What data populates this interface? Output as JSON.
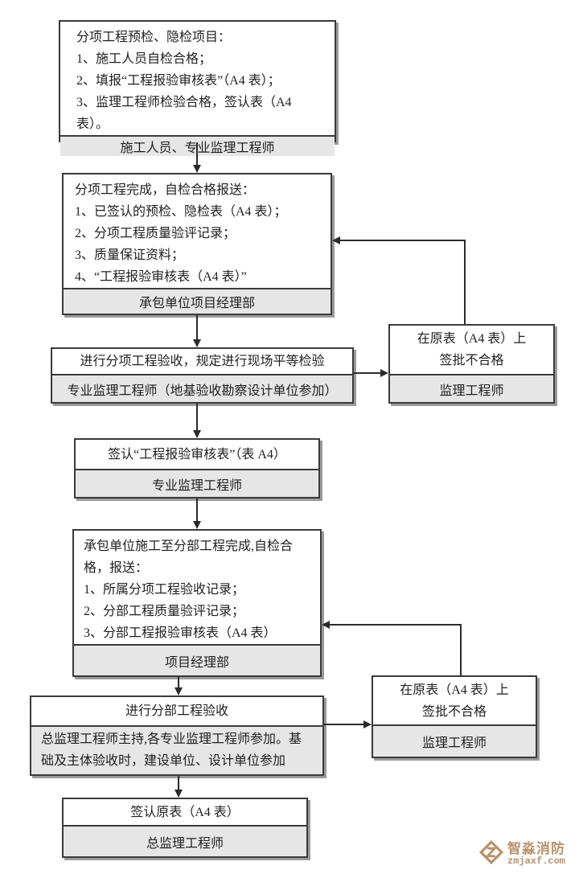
{
  "colors": {
    "border": "#3a3a3a",
    "footer_gray": "#e6e6e6",
    "line": "#2b2b2b",
    "watermark_tan": "#b8916c",
    "shadow": "#9b9b9b"
  },
  "boxes": {
    "step1": {
      "lines": [
        "分项工程预检、隐检项目：",
        "1、施工人员自检合格；",
        "2、填报“工程报验审核表”（A4 表）；",
        "3、监理工程师检验合格，签认表（A4 表）。"
      ],
      "footer": "施工人员、专业监理工程师"
    },
    "step2": {
      "lines": [
        "分项工程完成，自检合格报送：",
        "1、已签认的预检、隐检表（A4 表）；",
        "2、分项工程质量验评记录；",
        "3、质量保证资料；",
        "4、“工程报验审核表（A4 表）”"
      ],
      "footer": "承包单位项目经理部"
    },
    "step3": {
      "title": "进行分项工程验收，规定进行现场平等检验",
      "footer": "专业监理工程师（地基验收勘察设计单位参加）"
    },
    "reject1": {
      "line1": "在原表（A4 表）上",
      "line2": "签批不合格",
      "footer": "监理工程师"
    },
    "step4": {
      "title": "签认“工程报验审核表”（表 A4）",
      "footer": "专业监理工程师"
    },
    "step5": {
      "lines": [
        "承包单位施工至分部工程完成,自检合格，报送：",
        "1、所属分项工程验收记录；",
        "2、分部工程质量验评记录；",
        "3、分部工程报验审核表（A4 表）"
      ],
      "footer": "项目经理部"
    },
    "step6": {
      "title": "进行分部工程验收",
      "footer": "总监理工程师主持,各专业监理工程师参加。基础及主体验收时，建设单位、设计单位参加"
    },
    "reject2": {
      "line1": "在原表（A4 表）上",
      "line2": "签批不合格",
      "footer": "监理工程师"
    },
    "step7": {
      "title": "签认原表（A4 表）",
      "footer": "总监理工程师"
    }
  },
  "watermark": {
    "brand": "智淼消防",
    "domain": "zmjaxf.com"
  }
}
